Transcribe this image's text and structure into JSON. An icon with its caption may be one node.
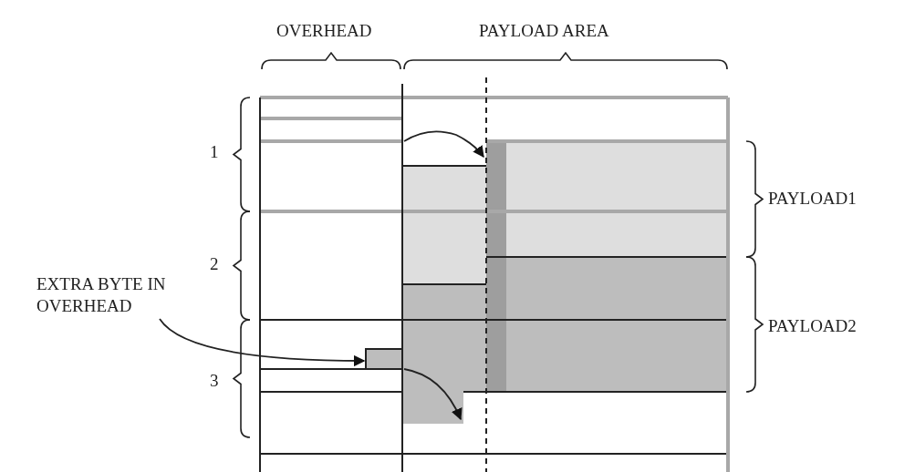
{
  "diagram": {
    "nodes": [
      {
        "text": [
          "EXTRA BYTE IN OVERHEAD"
        ]
      },
      {
        "text": [],
        "shape": "box"
      }
    ],
    "edges": [
      {
        "from": 0,
        "to": 1,
        "arrow": "to"
      }
    ],
    "labels": [
      "OVERHEAD",
      "PAYLOAD AREA",
      "1",
      "2",
      "3",
      "PAYLOAD1",
      "PAYLOAD2"
    ]
  }
}
